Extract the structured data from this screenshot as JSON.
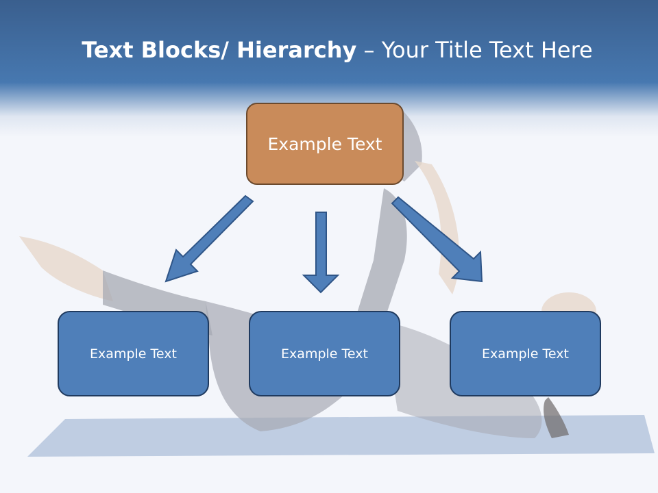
{
  "slide": {
    "title_bold": "Text Blocks/ Hierarchy",
    "title_dash": " – ",
    "title_rest": "Your Title Text Here"
  },
  "hierarchy": {
    "root_label": "Example Text",
    "children": [
      {
        "label": "Example Text"
      },
      {
        "label": "Example Text"
      },
      {
        "label": "Example Text"
      }
    ]
  },
  "colors": {
    "header": "#4778b0",
    "root_box": "#c98b5a",
    "child_box": "#4f7fb9",
    "arrow": "#4f7fb9"
  }
}
